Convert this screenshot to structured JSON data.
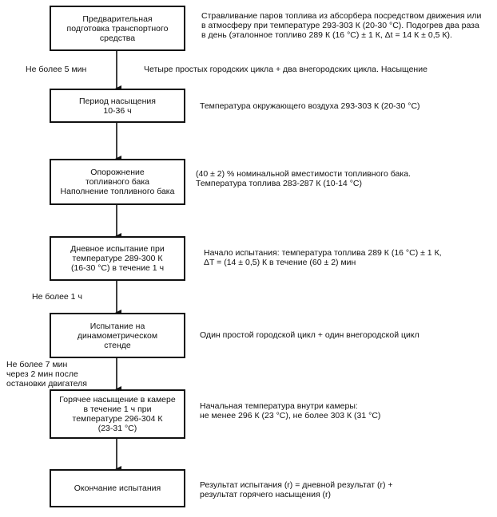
{
  "steps": [
    {
      "box": "Предварительная\nподготовка транспортного\nсредства",
      "note": "Стравливание паров топлива из абсорбера посредством движения или\nв атмосферу при температуре 293-303 К (20-30 °С). Подогрев два раза\nв день (эталонное топливо 289 К (16 °С) ± 1 К, Δt = 14 К ± 0,5 К)."
    },
    {
      "box": "Период насыщения\n10-36 ч",
      "note": "Температура окружающего воздуха 293-303 К (20-30 °С)"
    },
    {
      "box": "Опорожнение\nтопливного бака\nНаполнение топливного бака",
      "note": "(40 ± 2) % номинальной вместимости топливного бака.\nТемпература топлива 283-287 К (10-14 °С)"
    },
    {
      "box": "Дневное испытание при\nтемпературе 289-300 К\n(16-30 °С) в течение 1 ч",
      "note": "Начало испытания: температура топлива 289 К (16 °С) ± 1 К,\nΔT = (14 ± 0,5) К в течение (60 ± 2) мин"
    },
    {
      "box": "Испытание на\nдинамометрическом\nстенде",
      "note": "Один простой городской цикл + один внегородской цикл"
    },
    {
      "box": "Горячее насыщение в камере\nв течение 1 ч при\nтемпературе 296-304 К\n(23-31 °С)",
      "note": "Начальная температура внутри камеры:\nне менее 296 К (23 °С), не более 303 К (31 °С)"
    },
    {
      "box": "Окончание испытания",
      "note": "Результат испытания (r) = дневной результат (r) +\nрезультат горячего насыщения (r)"
    }
  ],
  "side_labels": {
    "l1": "Не более 5 мин",
    "l1_right": "Четыре простых городских цикла + два внегородских цикла. Насыщение",
    "l2": "Не более 1 ч",
    "l3": "Не более 7 мин\nчерез 2 мин после\nостановки двигателя"
  }
}
